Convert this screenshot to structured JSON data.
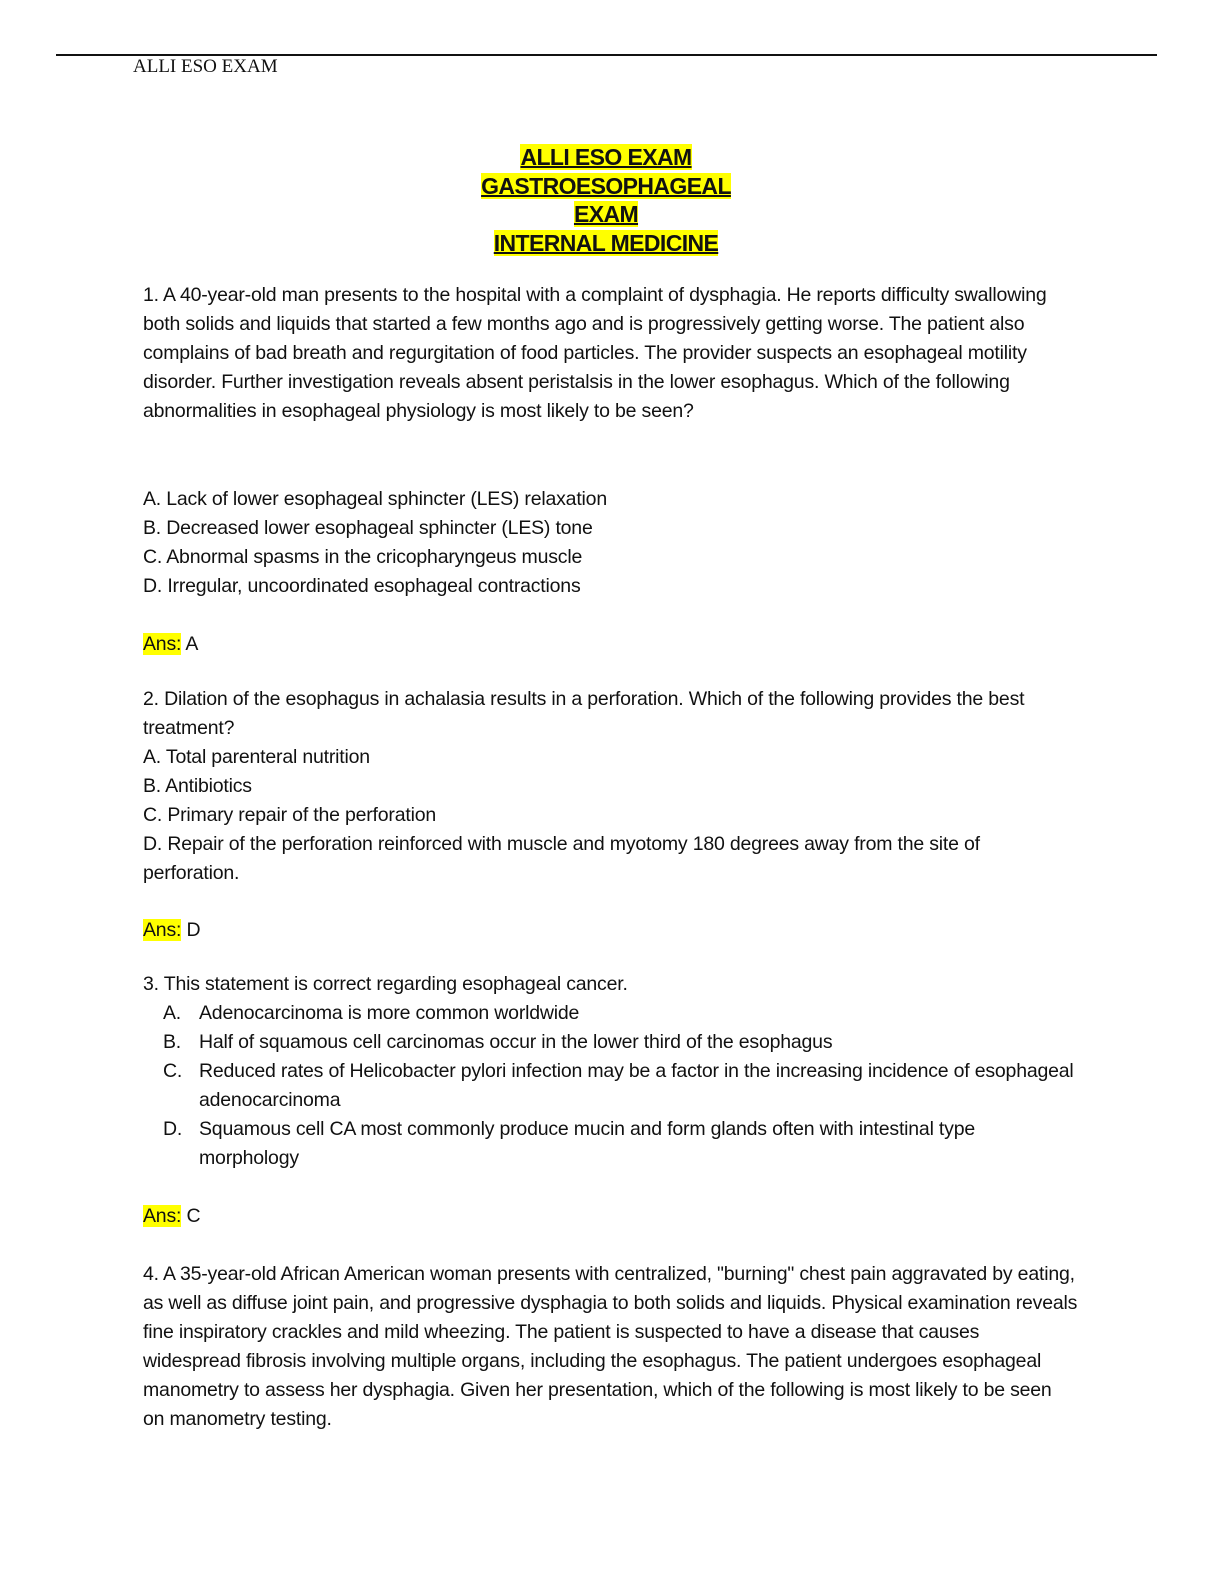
{
  "header": {
    "running_title": "ALLI  ESO EXAM"
  },
  "title": {
    "lines": [
      "ALLI ESO EXAM",
      "GASTROESOPHAGEAL",
      "EXAM",
      "INTERNAL MEDICINE"
    ]
  },
  "questions": [
    {
      "stem": "1. A 40-year-old man presents to the hospital with a complaint of dysphagia. He reports difficulty swallowing both solids and liquids that started a few months ago and is progressively getting worse. The patient also complains of bad breath and regurgitation of food particles. The provider suspects an esophageal motility disorder. Further investigation reveals absent peristalsis in the lower esophagus. Which of the following abnormalities in esophageal physiology is most likely to be seen?",
      "options": [
        "A. Lack of lower esophageal sphincter (LES) relaxation",
        "B. Decreased lower esophageal sphincter (LES) tone",
        "C. Abnormal spasms in the cricopharyngeus muscle",
        "D. Irregular, uncoordinated esophageal contractions"
      ],
      "ans_label": "Ans:",
      "ans": " A"
    },
    {
      "stem": "2. Dilation of the esophagus in achalasia results in a perforation. Which of the following provides the best treatment?",
      "options": [
        "A. Total parenteral nutrition",
        "B. Antibiotics",
        "C. Primary repair of the perforation",
        "D. Repair of the perforation reinforced with muscle and myotomy 180 degrees away from the site of perforation."
      ],
      "ans_label": "Ans:",
      "ans": " D"
    },
    {
      "stem": "3. This statement is correct regarding esophageal cancer.",
      "options": [
        {
          "letter": "A.",
          "text": "Adenocarcinoma is more common worldwide"
        },
        {
          "letter": "B.",
          "text": "Half of squamous cell carcinomas occur in the lower third of the esophagus"
        },
        {
          "letter": "C.",
          "text": "Reduced rates of Helicobacter pylori infection may be a factor in the increasing incidence of esophageal adenocarcinoma"
        },
        {
          "letter": "D.",
          "text": "Squamous cell CA most commonly produce mucin and form glands often with intestinal type morphology"
        }
      ],
      "ans_label": "Ans:",
      "ans": " C"
    },
    {
      "stem": "4. A 35-year-old African American woman presents with centralized, \"burning\" chest pain aggravated by eating, as well as diffuse joint pain, and progressive dysphagia to both solids and liquids. Physical examination reveals fine inspiratory crackles and mild wheezing. The patient is suspected to have a disease that causes widespread fibrosis involving multiple organs, including the esophagus. The patient undergoes esophageal manometry to assess her dysphagia. Given her presentation, which of the following is most likely to be seen on manometry testing."
    }
  ]
}
